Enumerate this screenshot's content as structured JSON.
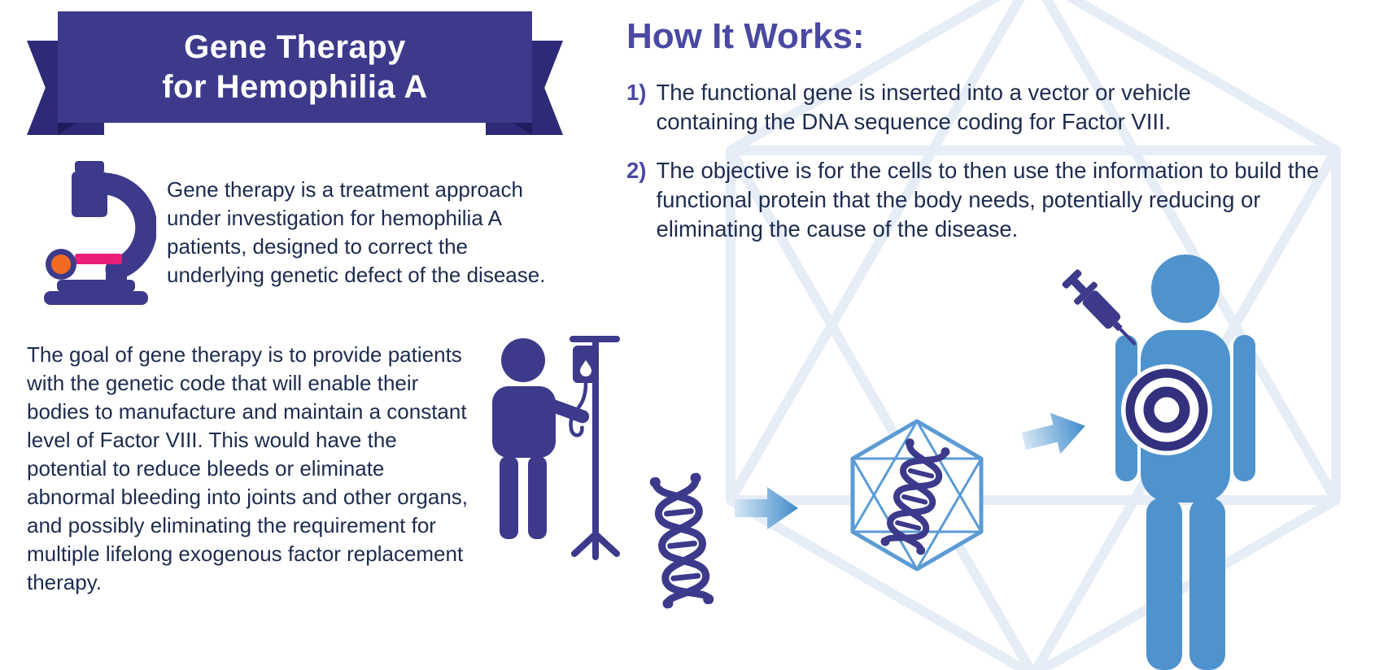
{
  "banner": {
    "title_line1": "Gene Therapy",
    "title_line2": "for Hemophilia A"
  },
  "intro": {
    "icon": "microscope-icon",
    "text": "Gene therapy is a treatment approach under investigation for hemophilia A patients, designed to correct the underlying genetic defect of the disease."
  },
  "goal": {
    "icon": "iv-drip-patient-icon",
    "text": "The goal of gene therapy is to provide patients with the genetic code that will enable their bodies to manufacture and maintain a constant level of Factor VIII. This would have the potential to reduce bleeds or eliminate abnormal bleeding into joints and other organs, and possibly eliminating the requirement for multiple lifelong exogenous factor replacement therapy."
  },
  "how_it_works": {
    "heading": "How It Works:",
    "steps": [
      {
        "number": "1)",
        "text": "The functional gene is inserted into a vector or vehicle containing the DNA sequence coding for Factor VIII."
      },
      {
        "number": "2)",
        "text": "The objective is for the cells to then use the information to build the functional protein that the body needs, potentially reducing or eliminating the cause of the disease."
      }
    ]
  },
  "diagram": {
    "sequence": [
      "dna-icon",
      "arrow-right-icon",
      "virus-capsid-icon",
      "arrow-right-icon",
      "patient-figure-icon"
    ],
    "overlay_icons": [
      "syringe-icon",
      "target-icon"
    ]
  },
  "colors": {
    "primary_purple": "#3d3a8c",
    "ribbon_tail": "#2d2a77",
    "ribbon_fold_dark": "#1f1c60",
    "heading_purple": "#4a49a2",
    "body_text": "#1d2b4e",
    "figure_blue": "#4e93cd",
    "capsid_blue": "#5b9bd5",
    "wireframe_blue": "#e6edf7",
    "microscope_orange": "#f26a21",
    "slide_magenta": "#e81e78",
    "white": "#ffffff"
  }
}
